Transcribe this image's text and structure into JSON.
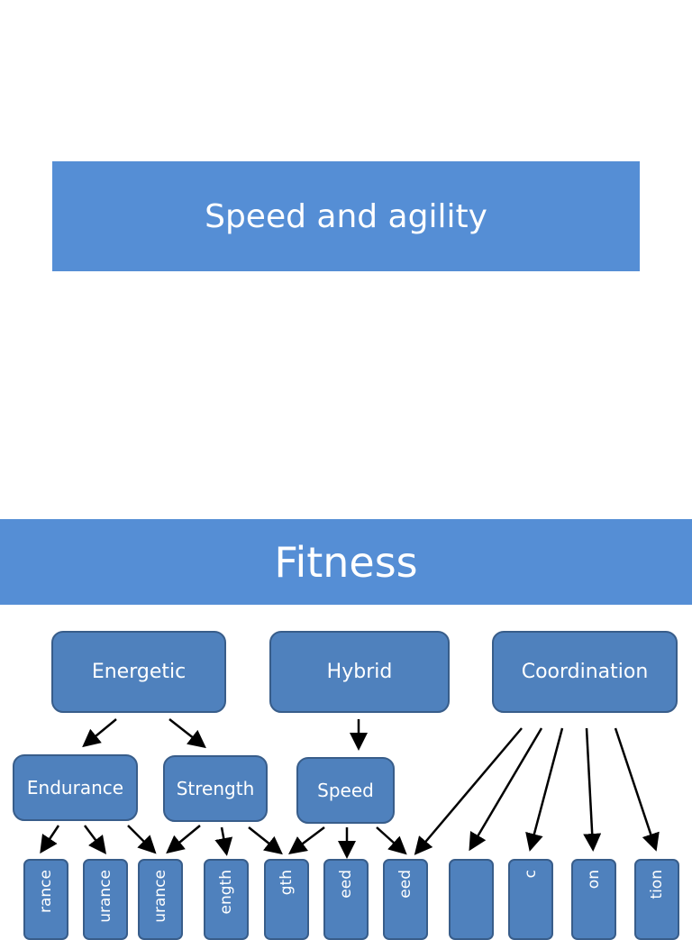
{
  "slide1": {
    "title": "Speed and agility"
  },
  "slide2": {
    "title": "Fitness",
    "level1": [
      "Energetic",
      "Hybrid",
      "Coordination"
    ],
    "level2": [
      "Endurance",
      "Strength",
      "Speed"
    ],
    "leaves": [
      "rance",
      "urance",
      "urance",
      "ength",
      "gth",
      "eed",
      "eed",
      "",
      "c",
      "on",
      "tion"
    ]
  },
  "colors": {
    "banner": "#558ed5",
    "node_fill": "#4f81bd",
    "node_border": "#385d8a",
    "arrow": "#000000"
  }
}
